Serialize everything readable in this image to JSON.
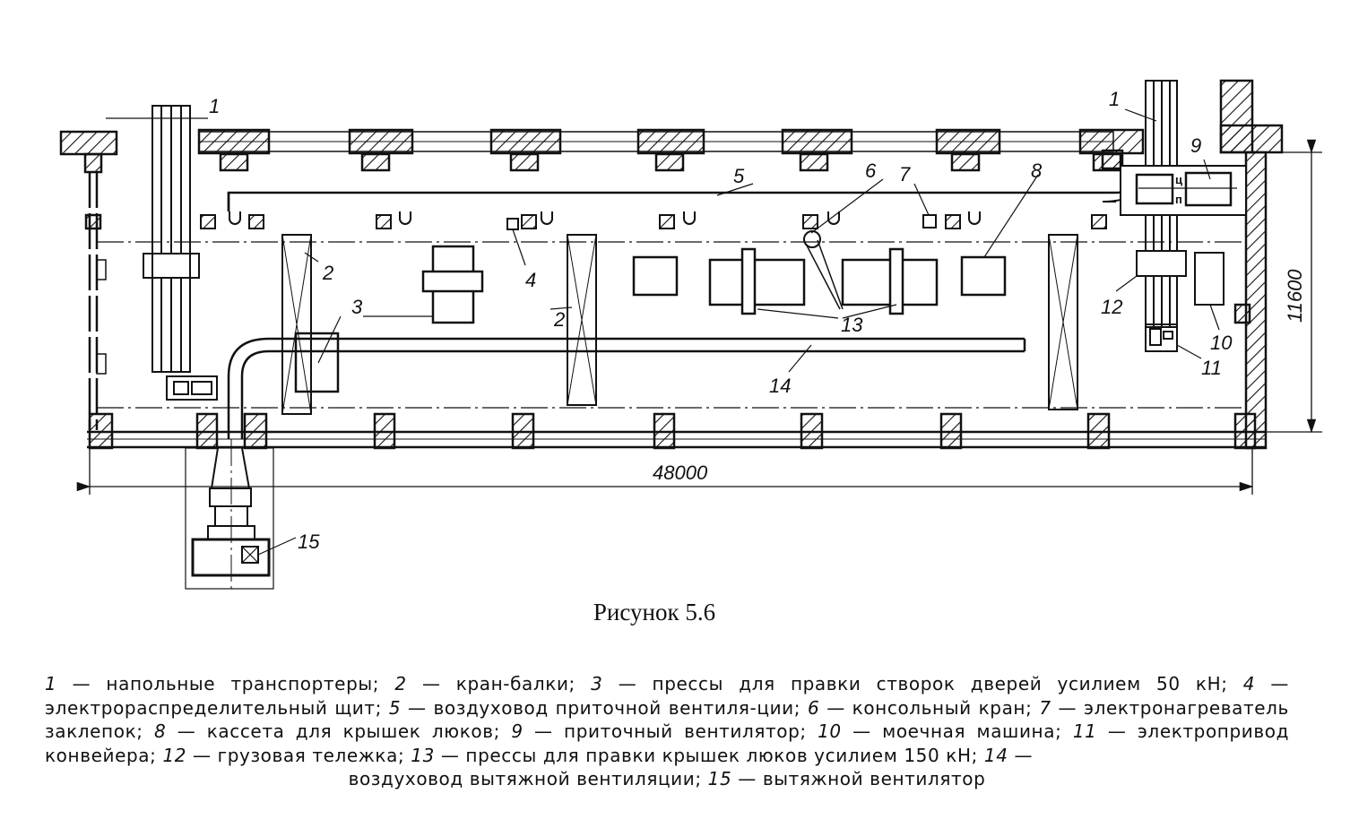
{
  "figure": {
    "caption": "Рисунок 5.6",
    "labels": {
      "l1": "1",
      "l2": "2",
      "l3": "3",
      "l4": "4",
      "l5": "5",
      "l6": "6",
      "l7": "7",
      "l8": "8",
      "l9": "9",
      "l10": "10",
      "l11": "11",
      "l12": "12",
      "l13": "13",
      "l14": "14",
      "l15": "15"
    },
    "dimensions": {
      "length": "48000",
      "width": "11600"
    },
    "fan_marks": {
      "top": "ц",
      "bottom": "п"
    }
  },
  "legend": {
    "items": [
      {
        "num": "1",
        "text": "— напольные транспортеры;"
      },
      {
        "num": "2",
        "text": "— кран-балки;"
      },
      {
        "num": "3",
        "text": "— прессы для правки створок дверей усилием 50 кН;"
      },
      {
        "num": "4",
        "text": "— электрораспределительный щит;"
      },
      {
        "num": "5",
        "text": "— воздуховод приточной вентиля-ции;"
      },
      {
        "num": "6",
        "text": "— консольный кран;"
      },
      {
        "num": "7",
        "text": "— электронагреватель заклепок;"
      },
      {
        "num": "8",
        "text": "— кассета для крышек люков;"
      },
      {
        "num": "9",
        "text": "— приточный вентилятор;"
      },
      {
        "num": "10",
        "text": "— моечная машина;"
      },
      {
        "num": "11",
        "text": "— электропривод конвейера;"
      },
      {
        "num": "12",
        "text": "— грузовая тележка;"
      },
      {
        "num": "13",
        "text": "— прессы для правки крышек люков усилием 150 кН;"
      },
      {
        "num": "14",
        "text": "— воздуховод вытяжной вентиляции;"
      },
      {
        "num": "15",
        "text": "— вытяжной вентилятор"
      }
    ]
  }
}
